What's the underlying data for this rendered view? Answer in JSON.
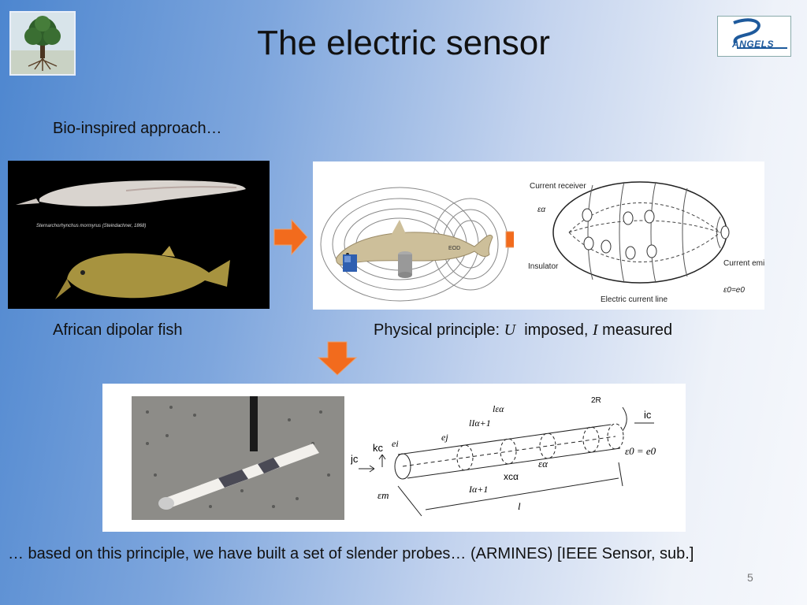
{
  "slide": {
    "title": "The electric sensor",
    "subtitle": "Bio-inspired approach…",
    "logo_text": "ANGELS",
    "fish_caption": "African dipolar fish",
    "fish_species_label": "Sternarchorhynchus mormyrus (Steindachner, 1868)",
    "principle_prefix": "Physical principle:",
    "principle_U": "U",
    "principle_imposed": "imposed,",
    "principle_I": "I",
    "principle_measured": "measured",
    "diagram_labels": {
      "eod": "EOD",
      "current_receiver": "Current receiver",
      "eps_alpha": "εα",
      "insulator": "Insulator",
      "current_emittor": "Current emittor",
      "eps0": "ε0=e0",
      "electric_current_line": "Electric current line"
    },
    "probe_labels": {
      "two_r": "2R",
      "ic": "ic",
      "jc": "jc",
      "kc": "kc",
      "ei": "ei",
      "ej": "ej",
      "l_ea": "lεα",
      "l_ia1": "lIα+1",
      "e_alpha": "εα",
      "e0": "ε0 = e0",
      "xca": "xcα",
      "i_a1": "Iα+1",
      "em": "εm",
      "l": "l"
    },
    "bottom_text": "… based on this principle, we have built a set of slender probes… (ARMINES) [IEEE Sensor, sub.]",
    "slide_number": "5"
  },
  "colors": {
    "arrow_orange": "#f26b1d",
    "bg_left": "#4d86cf",
    "bg_right": "#f6f8fc"
  }
}
